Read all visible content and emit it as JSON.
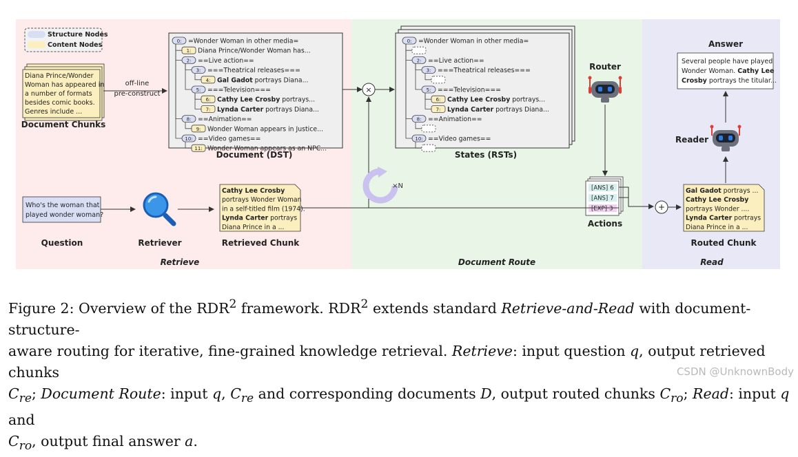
{
  "legend": {
    "structure": "Structure Nodes",
    "content": "Content Nodes"
  },
  "colors": {
    "retrieve_bg": "#fdeceb",
    "route_bg": "#e9f5e6",
    "read_bg": "#e8e8f7",
    "structure_node": "#d9def4",
    "content_node": "#fbefbf",
    "robot_red": "#e23b33",
    "robot_body": "#6b6f7a",
    "robot_eye": "#2f7ce0"
  },
  "sections": {
    "retrieve": "Retrieve",
    "route": "Document Route",
    "read": "Read"
  },
  "doc_chunk": {
    "lines": [
      "Diana Prince/Wonder",
      "Woman has appeared in",
      "a number of formats",
      "besides comic books.",
      "Genres include ..."
    ],
    "label": "Document Chunks"
  },
  "preconstruct": {
    "line1": "off-line",
    "line2": "pre-construct"
  },
  "dst": {
    "label": "Document (DST)",
    "rows": [
      {
        "num": "0:",
        "text": "=Wonder Woman in other media="
      },
      {
        "num": "1:",
        "text": "Diana Prince/Wonder Woman has..."
      },
      {
        "num": "2:",
        "text": "==Live action=="
      },
      {
        "num": "3:",
        "text": "===Theatrical releases==="
      },
      {
        "num": "4:",
        "bold": "Gal Gadot",
        "text": " portrays Diana..."
      },
      {
        "num": "5:",
        "text": "===Television==="
      },
      {
        "num": "6:",
        "bold": "Cathy Lee Crosby",
        "text": " portrays..."
      },
      {
        "num": "7:",
        "bold": "Lynda Carter",
        "text": " portrays Diana..."
      },
      {
        "num": "8:",
        "text": "==Animation=="
      },
      {
        "num": "9:",
        "text": "Wonder Woman appears in Justice..."
      },
      {
        "num": "10:",
        "text": "==Video games=="
      },
      {
        "num": "11:",
        "text": "Wonder Woman appears as an NPC..."
      }
    ]
  },
  "rst": {
    "label": "States (RSTs)",
    "rows": [
      {
        "num": "0:",
        "text": "=Wonder Woman in other media="
      },
      {
        "num": "",
        "text": ""
      },
      {
        "num": "2:",
        "text": "==Live action=="
      },
      {
        "num": "3:",
        "text": "===Theatrical releases==="
      },
      {
        "num": "",
        "text": ""
      },
      {
        "num": "5:",
        "text": "===Television==="
      },
      {
        "num": "6:",
        "bold": "Cathy Lee Crosby",
        "text": " portrays..."
      },
      {
        "num": "7:",
        "bold": "Lynda Carter",
        "text": " portrays Diana..."
      },
      {
        "num": "8:",
        "text": "==Animation=="
      },
      {
        "num": "",
        "text": ""
      },
      {
        "num": "10:",
        "text": "==Video games=="
      },
      {
        "num": "",
        "text": ""
      }
    ]
  },
  "router": {
    "label": "Router"
  },
  "reader": {
    "label": "Reader"
  },
  "times": "×",
  "plus": "+",
  "loop": "×N",
  "question": {
    "text_line1": "Who's the woman that",
    "text_line2": "played wonder woman?",
    "label": "Question"
  },
  "retriever": {
    "label": "Retriever"
  },
  "retrieved_chunk": {
    "label": "Retrieved Chunk",
    "lines": [
      {
        "bold": "Cathy Lee Crosby",
        "text": ""
      },
      {
        "bold": "",
        "text": "portrays Wonder Woman"
      },
      {
        "bold": "",
        "text": "in a self-titled film (1974)."
      },
      {
        "bold": "Lynda Carter",
        "text": " portrays"
      },
      {
        "bold": "",
        "text": "Diana Prince  in a ..."
      }
    ]
  },
  "actions": {
    "label": "Actions",
    "items": [
      {
        "tag": "[ANS]",
        "num": "6"
      },
      {
        "tag": "[ANS]",
        "num": "7"
      },
      {
        "tag": "[EXP]",
        "num": "3"
      }
    ]
  },
  "routed_chunk": {
    "label": "Routed Chunk",
    "lines": [
      {
        "bold": "Gal Gadot",
        "text": " portrays ..."
      },
      {
        "bold": "Cathy Lee Crosby",
        "text": ""
      },
      {
        "bold": "",
        "text": "portrays Wonder ...."
      },
      {
        "bold": "Lynda Carter",
        "text": " portrays"
      },
      {
        "bold": "",
        "text": "Diana Prince  in a ..."
      }
    ]
  },
  "answer": {
    "label": "Answer",
    "line1": "Several people have played",
    "line2_a": "Wonder Woman. ",
    "line2_b": "Cathy Lee",
    "line3_a": "Crosby",
    "line3_b": " portrays  the titular..."
  },
  "caption": {
    "p1": "Figure 2: Overview of the RDR",
    "sup": "2",
    "p2": " framework. RDR",
    "p3": " extends standard ",
    "it1": "Retrieve-and-Read",
    "p4": " with document-structure-",
    "p5": "aware routing for iterative, fine-grained knowledge retrieval. ",
    "it2": "Retrieve",
    "p6": ": input question ",
    "q": "q",
    "p7": ", output retrieved chunks",
    "cre": "C",
    "re": "re",
    "p8": "; ",
    "it3": "Document Route",
    "p9": ": input ",
    "p10": ", ",
    "p11": " and corresponding documents ",
    "d": "D",
    "p12": ", output routed chunks ",
    "ro": "ro",
    "p13": "; ",
    "it4": "Read",
    "p14": ": input ",
    "p15": " and",
    "p16": ", output final answer ",
    "a": "a",
    "p17": "."
  },
  "watermark": "CSDN @UnknownBody"
}
